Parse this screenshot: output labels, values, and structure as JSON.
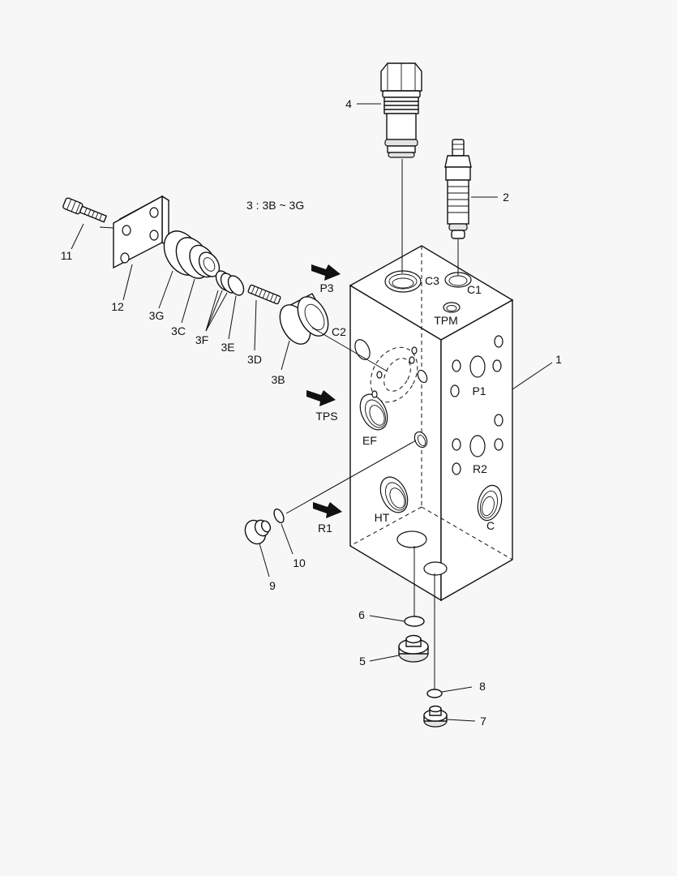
{
  "note": "3 : 3B ~ 3G",
  "callouts": {
    "c1": "1",
    "c2": "2",
    "c3b": "3B",
    "c3c": "3C",
    "c3d": "3D",
    "c3e": "3E",
    "c3f": "3F",
    "c3g": "3G",
    "c4": "4",
    "c5": "5",
    "c6": "6",
    "c7": "7",
    "c8": "8",
    "c9": "9",
    "c10": "10",
    "c11": "11",
    "c12": "12"
  },
  "ports": {
    "c3": "C3",
    "c1": "C1",
    "tpm": "TPM",
    "c2": "C2",
    "p1": "P1",
    "r2": "R2",
    "ef": "EF",
    "ht": "HT",
    "c": "C"
  },
  "flow_labels": {
    "p3": "P3",
    "tps": "TPS",
    "r1": "R1"
  }
}
